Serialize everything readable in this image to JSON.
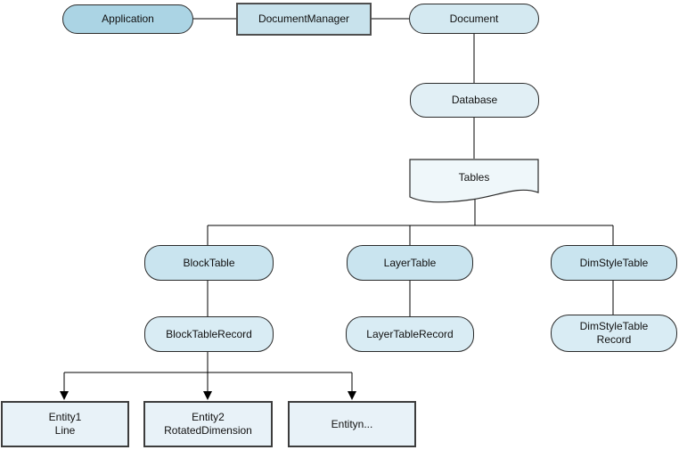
{
  "nodes": {
    "application": {
      "label": "Application",
      "fill": "#abd4e4"
    },
    "document_manager": {
      "label": "DocumentManager",
      "fill": "#c8e2ec"
    },
    "document": {
      "label": "Document",
      "fill": "#d4e9f1"
    },
    "database": {
      "label": "Database",
      "fill": "#e1eff5"
    },
    "tables": {
      "label": "Tables",
      "fill": "#eff7fa"
    },
    "block_table": {
      "label": "BlockTable",
      "fill": "#c9e4ef"
    },
    "layer_table": {
      "label": "LayerTable",
      "fill": "#c9e4ef"
    },
    "dim_style_table": {
      "label": "DimStyleTable",
      "fill": "#c9e4ef"
    },
    "block_table_record": {
      "label": "BlockTableRecord",
      "fill": "#d9ecf4"
    },
    "layer_table_record": {
      "label": "LayerTableRecord",
      "fill": "#d9ecf4"
    },
    "dim_style_table_record": {
      "line1": "DimStyleTable",
      "line2": "Record",
      "fill": "#d9ecf4"
    },
    "entity1": {
      "line1": "Entity1",
      "line2": "Line",
      "fill": "#e8f2f8"
    },
    "entity2": {
      "line1": "Entity2",
      "line2": "RotatedDimension",
      "fill": "#e8f2f8"
    },
    "entityn": {
      "label": "Entityn...",
      "fill": "#e8f2f8"
    }
  },
  "edges": [
    {
      "from": "Application",
      "to": "DocumentManager",
      "arrow": false
    },
    {
      "from": "DocumentManager",
      "to": "Document",
      "arrow": false
    },
    {
      "from": "Document",
      "to": "Database",
      "arrow": false
    },
    {
      "from": "Database",
      "to": "Tables",
      "arrow": false
    },
    {
      "from": "Tables",
      "to": "BlockTable",
      "arrow": false
    },
    {
      "from": "Tables",
      "to": "LayerTable",
      "arrow": false
    },
    {
      "from": "Tables",
      "to": "DimStyleTable",
      "arrow": false
    },
    {
      "from": "BlockTable",
      "to": "BlockTableRecord",
      "arrow": false
    },
    {
      "from": "LayerTable",
      "to": "LayerTableRecord",
      "arrow": false
    },
    {
      "from": "DimStyleTable",
      "to": "DimStyleTableRecord",
      "arrow": false
    },
    {
      "from": "BlockTableRecord",
      "to": "Entity1 Line",
      "arrow": true
    },
    {
      "from": "BlockTableRecord",
      "to": "Entity2 RotatedDimension",
      "arrow": true
    },
    {
      "from": "BlockTableRecord",
      "to": "Entityn...",
      "arrow": true
    }
  ],
  "colors": {
    "background": "#ffffff",
    "connector": "#000000",
    "node_border": "#2b2b2b",
    "text": "#111111"
  }
}
